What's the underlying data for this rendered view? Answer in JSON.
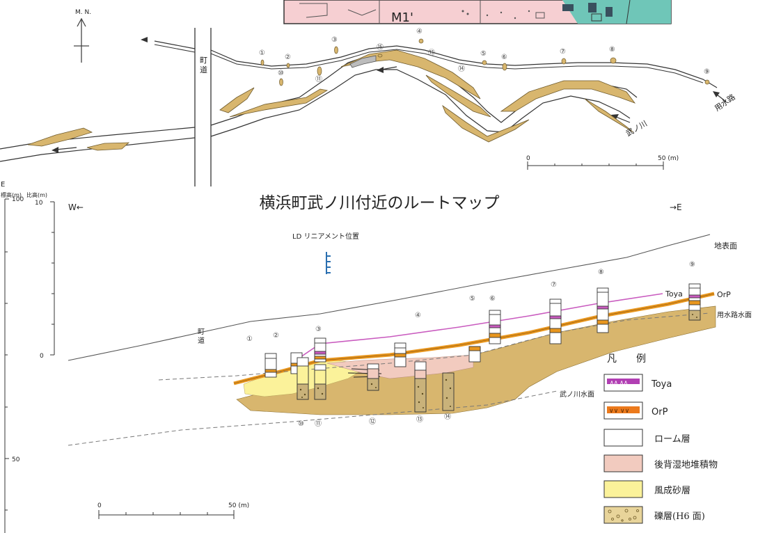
{
  "map_label": "M1'",
  "north_label": "M. N.",
  "route_title": "横浜町武ノ川付近のルートマップ",
  "road_label": "町道",
  "road_label_chars": [
    "町",
    "道"
  ],
  "river_label": "武ノ川",
  "canal_label": "用水路",
  "scale_top": {
    "zero": "0",
    "end": "50 (m)"
  },
  "scale_bottom": {
    "zero": "0",
    "end": "50 (m)"
  },
  "point_numbers": [
    "①",
    "②",
    "③",
    "④",
    "⑤",
    "⑥",
    "⑦",
    "⑧",
    "⑨",
    "⑩",
    "⑪",
    "⑫",
    "⑬",
    "⑭",
    "⑮"
  ],
  "section": {
    "axis_header_e": "E",
    "axis_header_elev": "標高(m)",
    "axis_header_rel": "比高(m)",
    "elev_ticks": [
      "100",
      "50"
    ],
    "rel_ticks": [
      "10",
      "0"
    ],
    "west_label": "W←",
    "east_label": "→E",
    "lineament_label": "LD リニアメント位置",
    "ground_surface": "地表面",
    "toya_label": "Toya",
    "orp_label": "OrP",
    "canal_water": "用水路水面",
    "river_water": "武ノ川水面"
  },
  "legend": {
    "title": "凡　　例",
    "items": [
      {
        "label": "Toya",
        "fill": "#ffffff",
        "accent": "#b13fb3"
      },
      {
        "label": "OrP",
        "fill": "#ffffff",
        "accent": "#ec7a1c"
      },
      {
        "label": "ローム層",
        "fill": "#ffffff"
      },
      {
        "label": "後背湿地堆積物",
        "fill": "#f2cbbf"
      },
      {
        "label": "風成砂層",
        "fill": "#fbf29a"
      },
      {
        "label": "礫層(H6 面)",
        "fill": "#e8d49a"
      }
    ]
  },
  "colors": {
    "sand_fill": "#d8b66e",
    "toya_line": "#c95bbf",
    "orp_line": "#e8961e",
    "lineament": "#2a6fb0",
    "map_pink": "#f6cfd2",
    "map_teal": "#6fc6b8"
  }
}
